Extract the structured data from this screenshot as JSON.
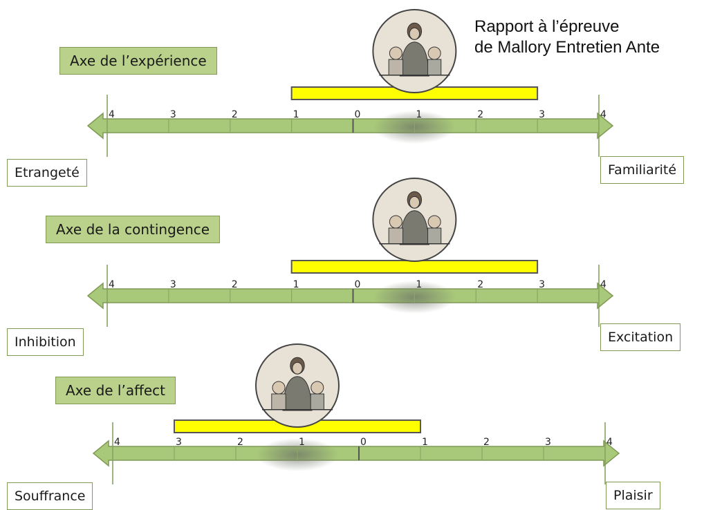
{
  "header": {
    "line1": "Rapport à l’épreuve",
    "line2": "de Mallory Entretien Ante"
  },
  "scale_labels": [
    "4",
    "3",
    "2",
    "1",
    "0",
    "1",
    "2",
    "3",
    "4"
  ],
  "colors": {
    "axis_fill": "#a9c97a",
    "axis_stroke": "#7f9a55",
    "title_fill": "#b9d18a",
    "bar_fill": "#ffff00"
  },
  "axes": [
    {
      "title": "Axe de l’expérience",
      "left_label": "Etrangeté",
      "right_label": "Familiarité",
      "range_from": -1,
      "range_to": 3,
      "marker_value": 1,
      "marker_icon": "teacher-with-children-illustration"
    },
    {
      "title": "Axe de la contingence",
      "left_label": "Inhibition",
      "right_label": "Excitation",
      "range_from": -1,
      "range_to": 3,
      "marker_value": 1,
      "marker_icon": "teacher-with-children-illustration"
    },
    {
      "title": "Axe de l’affect",
      "left_label": "Souffrance",
      "right_label": "Plaisir",
      "range_from": -3,
      "range_to": 1,
      "marker_value": -1,
      "marker_icon": "teacher-with-children-illustration"
    }
  ]
}
